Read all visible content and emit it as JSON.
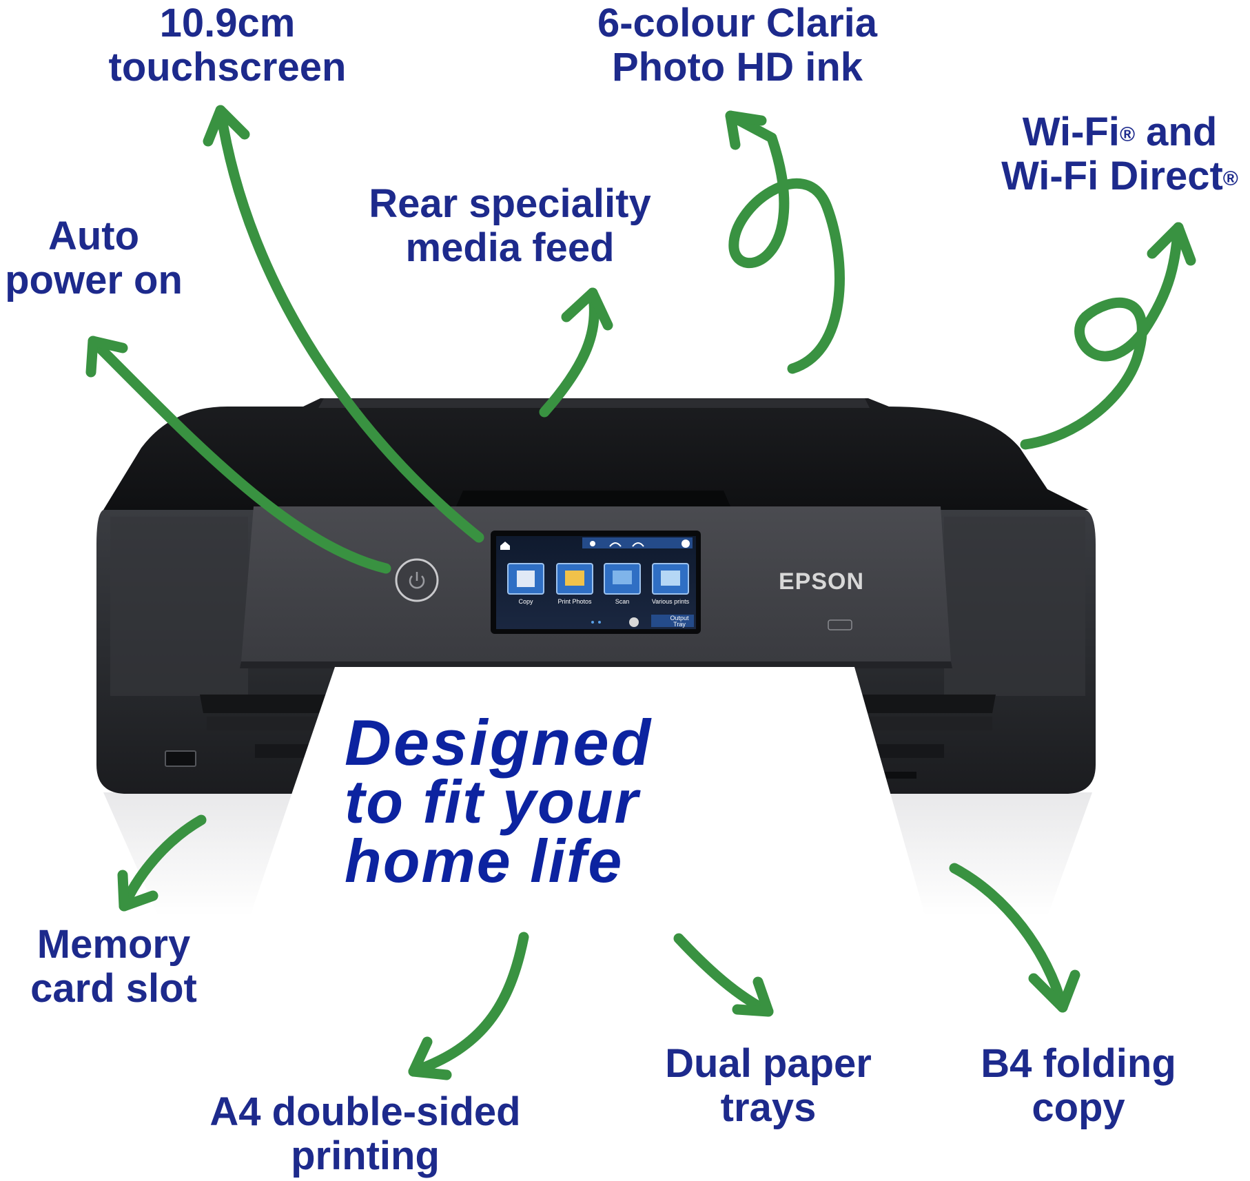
{
  "features": {
    "touchscreen": [
      "10.9cm",
      "touchscreen"
    ],
    "ink": [
      "6-colour Claria",
      "Photo HD ink"
    ],
    "wifi": {
      "line1_a": "Wi-Fi",
      "line1_b": " and",
      "line2": "Wi-Fi Direct",
      "reg": "®"
    },
    "rear_feed": [
      "Rear speciality",
      "media feed"
    ],
    "auto_power": [
      "Auto",
      "power on"
    ],
    "memory_card": [
      "Memory",
      "card slot"
    ],
    "duplex": [
      "A4 double-sided",
      "printing"
    ],
    "trays": [
      "Dual paper",
      "trays"
    ],
    "b4_copy": [
      "B4 folding",
      "copy"
    ]
  },
  "paper": {
    "line1": "Designed",
    "line2": "to fit your",
    "line3": "home life"
  },
  "printer": {
    "brand": "EPSON",
    "screen_tiles": [
      "Copy",
      "Print Photos",
      "Scan",
      "Various prints"
    ],
    "output_button": [
      "Output",
      "Tray"
    ]
  },
  "colors": {
    "label_text": "#1d2a8c",
    "arrow_green": "#399241",
    "paper_text": "#0c23a0",
    "printer_body": "#2b2d31"
  },
  "icons": [
    "power-icon",
    "home-icon",
    "wifi-icon",
    "ink-drop-icon",
    "help-icon"
  ]
}
